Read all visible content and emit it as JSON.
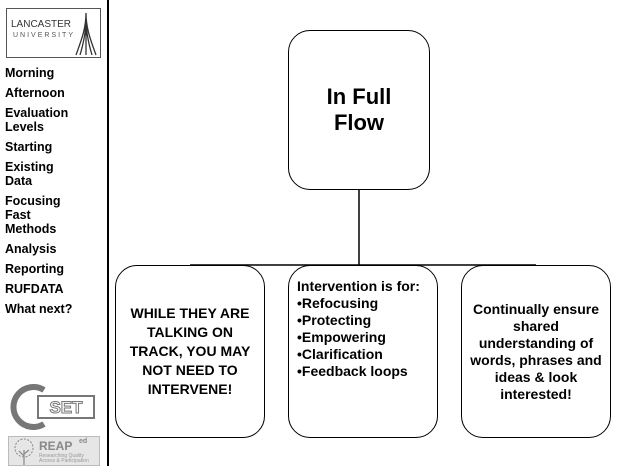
{
  "sidebar": {
    "logo": {
      "name": "LANCASTER",
      "subtitle": "UNIVERSITY"
    },
    "items": [
      {
        "label": "Morning"
      },
      {
        "label": "Afternoon"
      },
      {
        "label": "Evaluation Levels"
      },
      {
        "label": "Starting"
      },
      {
        "label": "Existing Data"
      },
      {
        "label": "Focusing Fast Methods"
      },
      {
        "label": "Analysis"
      },
      {
        "label": "Reporting"
      },
      {
        "label": "RUFDATA"
      },
      {
        "label": "What next?"
      }
    ],
    "cset_logo": {
      "text": "SET"
    },
    "reap_logo": {
      "title": "REAP",
      "superscript": "ed",
      "subtitle": "Researching Quality Access & Participation"
    }
  },
  "diagram": {
    "top": "In Full Flow",
    "left": "WHILE THEY ARE TALKING ON TRACK, YOU MAY NOT NEED TO INTERVENE!",
    "middle": {
      "heading": "Intervention is for:",
      "bullets": [
        "•Refocusing",
        "•Protecting",
        "•Empowering",
        "•Clarification",
        "•Feedback loops"
      ]
    },
    "right": "Continually ensure shared understanding of words, phrases and ideas & look interested!"
  }
}
